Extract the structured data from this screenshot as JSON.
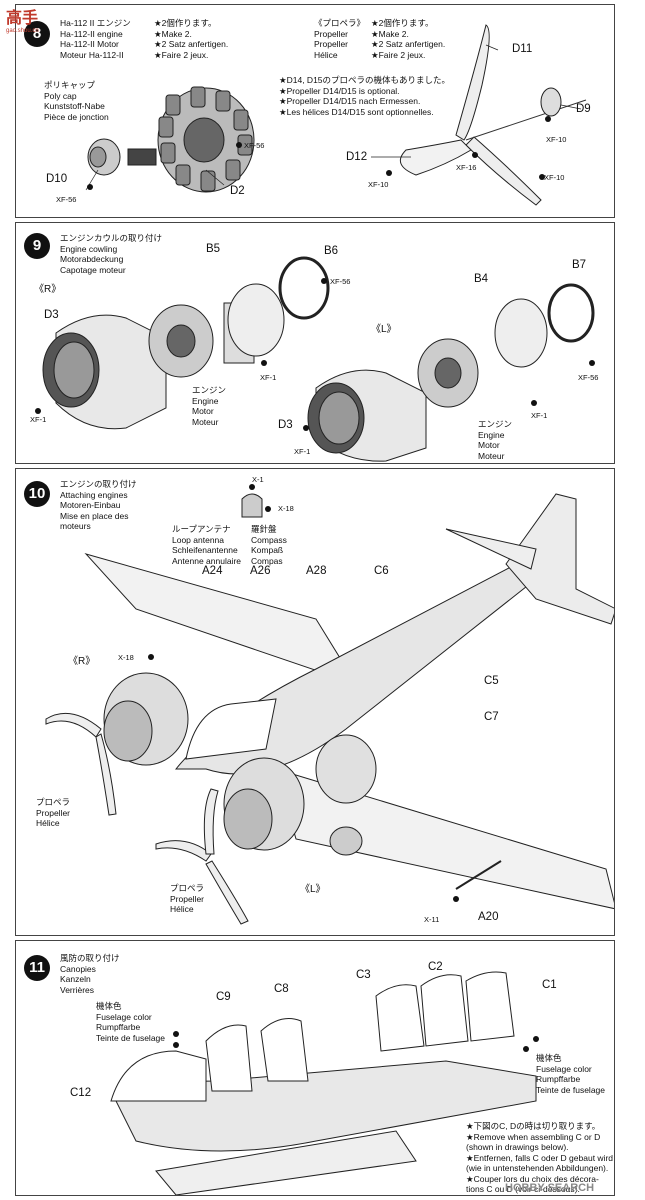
{
  "watermarks": {
    "top_left_text": "高手",
    "top_left_sub": "gao.shou.cn",
    "bottom_right_text": "HOBBY SEARCH"
  },
  "step8": {
    "number": "8",
    "engine_heading": [
      "Ha-112 II エンジン",
      "Ha-112-II engine",
      "Ha-112-II Motor",
      "Moteur Ha-112-II"
    ],
    "engine_qty": [
      "★2個作ります。",
      "★Make 2.",
      "★2 Satz anfertigen.",
      "★Faire 2 jeux."
    ],
    "propeller_heading": [
      "《プロペラ》",
      "Propeller",
      "Propeller",
      "Hélice"
    ],
    "propeller_qty": [
      "★2個作ります。",
      "★Make 2.",
      "★2 Satz anfertigen.",
      "★Faire 2 jeux."
    ],
    "polycap": [
      "ポリキャップ",
      "Poly cap",
      "Kunststoff-Nabe",
      "Pièce de jonction"
    ],
    "optional_note": [
      "★D14, D15のプロペラの機体もありました。",
      "★Propeller D14/D15 is optional.",
      "★Propeller D14/D15 nach Ermessen.",
      "★Les hélices D14/D15 sont optionnelles."
    ],
    "parts": {
      "d10": "D10",
      "d2": "D2",
      "d11": "D11",
      "d9": "D9",
      "d12": "D12"
    },
    "paints": {
      "xf56a": "XF-56",
      "xf56b": "XF-56",
      "xf10a": "XF-10",
      "xf10b": "XF-10",
      "xf10c": "XF-10",
      "xf16": "XF-16"
    }
  },
  "step9": {
    "number": "9",
    "heading": [
      "エンジンカウルの取り付け",
      "Engine cowling",
      "Motorabdeckung",
      "Capotage moteur"
    ],
    "right_mark": "《R》",
    "left_mark": "《L》",
    "engine_r": [
      "エンジン",
      "Engine",
      "Motor",
      "Moteur"
    ],
    "engine_l": [
      "エンジン",
      "Engine",
      "Motor",
      "Moteur"
    ],
    "parts": {
      "b5": "B5",
      "b6": "B6",
      "d3a": "D3",
      "b4": "B4",
      "b7": "B7",
      "d3b": "D3"
    },
    "paints": {
      "xf56a": "XF-56",
      "xf1a": "XF-1",
      "xf1b": "XF-1",
      "xf1c": "XF-1",
      "xf1d": "XF-1",
      "xf56b": "XF-56"
    }
  },
  "step10": {
    "number": "10",
    "heading": [
      "エンジンの取り付け",
      "Attaching engines",
      "Motoren-Einbau",
      "Mise en place des",
      "moteurs"
    ],
    "loop_antenna": [
      "ループアンテナ",
      "Loop antenna",
      "Schleifenantenne",
      "Antenne annulaire"
    ],
    "compass": [
      "羅針盤",
      "Compass",
      "Kompaß",
      "Compas"
    ],
    "right_mark": "《R》",
    "left_mark": "《L》",
    "propeller_r": [
      "プロペラ",
      "Propeller",
      "Hélice"
    ],
    "propeller_l": [
      "プロペラ",
      "Propeller",
      "Hélice"
    ],
    "parts": {
      "a24": "A24",
      "a26": "A26",
      "a28": "A28",
      "c6": "C6",
      "c5": "C5",
      "c7": "C7",
      "a20": "A20"
    },
    "paints": {
      "x1": "X-1",
      "x18a": "X-18",
      "x18b": "X-18",
      "x11": "X-11"
    }
  },
  "step11": {
    "number": "11",
    "heading": [
      "風防の取り付け",
      "Canopies",
      "Kanzeln",
      "Verrières"
    ],
    "fuselage_color_left": [
      "機体色",
      "Fuselage color",
      "Rumpffarbe",
      "Teinte de fuselage"
    ],
    "fuselage_color_right": [
      "機体色",
      "Fuselage color",
      "Rumpffarbe",
      "Teinte de fuselage"
    ],
    "remove_note": [
      "★下図のC, Dの時は切り取ります。",
      "★Remove when assembling C or D",
      "(shown in drawings below).",
      "★Entfernen, falls C oder D gebaut wird",
      "(wie in untenstehenden Abbildungen).",
      "★Couper lors du choix des décora-",
      "tions C ou D (voir ci-dessous)."
    ],
    "parts": {
      "c9": "C9",
      "c8": "C8",
      "c3": "C3",
      "c2": "C2",
      "c1": "C1",
      "c12": "C12"
    }
  }
}
